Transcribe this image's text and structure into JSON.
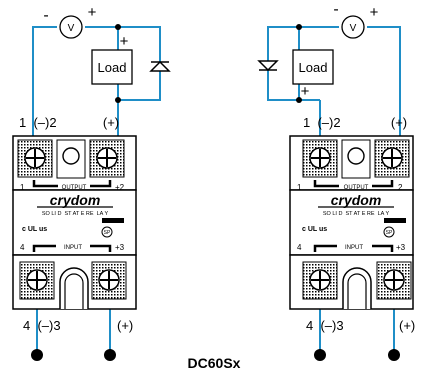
{
  "diagram_title": "DC60Sx",
  "meter_symbol": "V",
  "load_label": "Load",
  "meter_minus": "-",
  "meter_plus": "+",
  "plus": "+",
  "left": {
    "top_left_terminal": "1  (–)2",
    "top_right_terminal": "(+)",
    "bottom_left_terminal": "4  (–)3",
    "bottom_right_terminal": "(+)"
  },
  "right": {
    "top_left_terminal": "1  (–)2",
    "top_right_terminal": "(+)",
    "bottom_left_terminal": "4  (–)3",
    "bottom_right_terminal": "(+)"
  },
  "relay": {
    "brand": "crydom",
    "subtitle": "SO LI D  ST AT E RE  LA Y",
    "output_label": "OUTPUT",
    "input_label": "INPUT",
    "out_num_left": "1",
    "out_num_right_left_relay": "+2",
    "out_num_right_right_relay": "2",
    "in_num_left": "4",
    "in_num_right": "+3",
    "ul_mark": "c UL us",
    "csa_mark": "SP"
  },
  "colors": {
    "wire": "#1f8ec7",
    "line": "#000000",
    "relay_body": "#ffffff"
  }
}
